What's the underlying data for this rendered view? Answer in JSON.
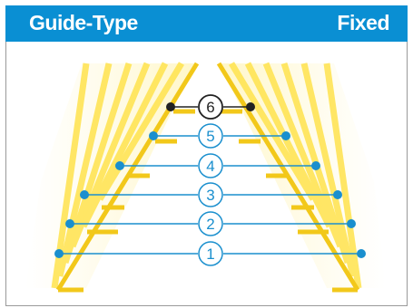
{
  "header": {
    "title": "Guide-Type",
    "mode": "Fixed"
  },
  "guides": [
    {
      "label": "1",
      "active": false
    },
    {
      "label": "2",
      "active": false
    },
    {
      "label": "3",
      "active": false
    },
    {
      "label": "4",
      "active": false
    },
    {
      "label": "5",
      "active": false
    },
    {
      "label": "6",
      "active": true
    }
  ],
  "colors": {
    "header_bg": "#0a8fd3",
    "guide_line": "#1a8fce",
    "active_line": "#222222",
    "beam": "#ffe34d",
    "rail": "#f2c81a"
  }
}
